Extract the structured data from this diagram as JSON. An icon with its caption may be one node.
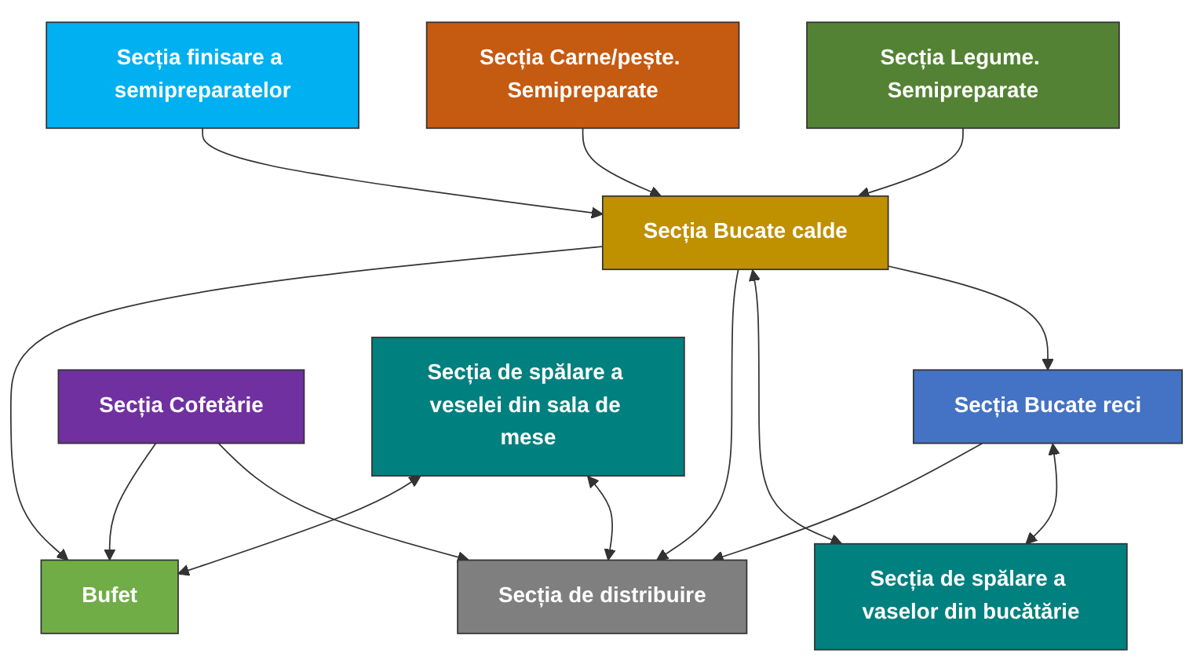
{
  "diagram": {
    "nodes": [
      {
        "text": [
          "Secția Legume. Semipreparate"
        ]
      },
      {
        "text": [
          "Secția Carne/pește. Semipreparate"
        ]
      },
      {
        "text": [
          "Secția finisare a semipreparatelor"
        ]
      },
      {
        "text": [
          "Secția Bucate reci"
        ]
      },
      {
        "text": [
          "Secția Bucate calde"
        ]
      },
      {
        "text": [
          "Secția Cofetărie"
        ]
      },
      {
        "text": [
          "Secția de spălare a vaselor din bucătărie"
        ]
      },
      {
        "text": [
          "Secția de spălare a veselei din sala de mese"
        ]
      },
      {
        "text": [
          "Secția de distribuire"
        ]
      },
      {
        "text": [
          "Bufet"
        ]
      }
    ],
    "edges": [
      {
        "from": 0,
        "to": 4,
        "arrow": "to"
      },
      {
        "from": 1,
        "to": 4,
        "arrow": "to"
      },
      {
        "from": 2,
        "to": 4,
        "arrow": "to"
      },
      {
        "from": 4,
        "to": 3,
        "arrow": "to"
      },
      {
        "from": 3,
        "to": 6,
        "arrow": "both"
      },
      {
        "from": 4,
        "to": 6,
        "arrow": "both"
      },
      {
        "from": 3,
        "to": 8,
        "arrow": "to"
      },
      {
        "from": 4,
        "to": 8,
        "arrow": "to"
      },
      {
        "from": 4,
        "to": 9,
        "arrow": "to"
      },
      {
        "from": 5,
        "to": 8,
        "arrow": "to"
      },
      {
        "from": 5,
        "to": 9,
        "arrow": "to"
      },
      {
        "from": 7,
        "to": 8,
        "arrow": "both"
      },
      {
        "from": 7,
        "to": 9,
        "arrow": "both"
      }
    ]
  }
}
